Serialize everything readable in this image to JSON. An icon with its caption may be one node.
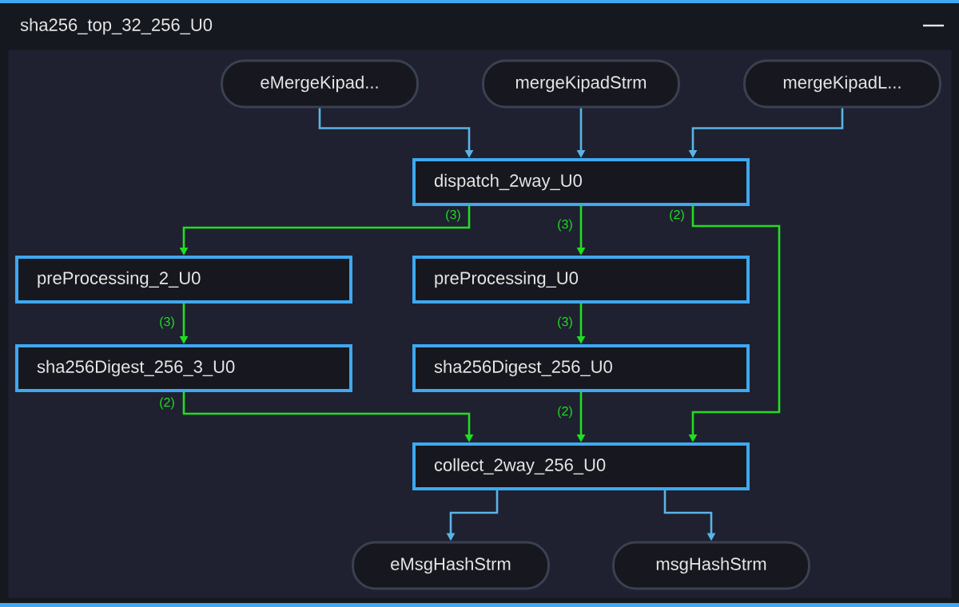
{
  "diagram": {
    "nodes": [
      {
        "text": [
          "sha256_top_32_256_U0"
        ]
      },
      {
        "text": [
          "eMergeKipad..."
        ],
        "in": 0
      },
      {
        "text": [
          "mergeKipadStrm"
        ],
        "in": 0
      },
      {
        "text": [
          "mergeKipadL..."
        ],
        "in": 0
      },
      {
        "text": [
          "dispatch_2way_U0"
        ],
        "in": 0
      },
      {
        "text": [
          "preProcessing_2_U0"
        ],
        "in": 0
      },
      {
        "text": [
          "preProcessing_U0"
        ],
        "in": 0
      },
      {
        "text": [
          "sha256Digest_256_3_U0"
        ],
        "in": 0
      },
      {
        "text": [
          "sha256Digest_256_U0"
        ],
        "in": 0
      },
      {
        "text": [
          "collect_2way_256_U0"
        ],
        "in": 0
      },
      {
        "text": [
          "eMsgHashStrm"
        ],
        "in": 0
      },
      {
        "text": [
          "msgHashStrm"
        ],
        "in": 0
      }
    ],
    "edges": [
      {
        "from": 1,
        "to": 4,
        "arrow": "to",
        "color": "#5ab4e6"
      },
      {
        "from": 2,
        "to": 4,
        "arrow": "to",
        "color": "#5ab4e6"
      },
      {
        "from": 3,
        "to": 4,
        "arrow": "to",
        "color": "#5ab4e6"
      },
      {
        "from": 4,
        "to": 5,
        "arrow": "to",
        "label": "(3)"
      },
      {
        "from": 4,
        "to": 6,
        "arrow": "to",
        "label": "(3)"
      },
      {
        "from": 4,
        "to": 9,
        "arrow": "to",
        "label": "(2)"
      },
      {
        "from": 5,
        "to": 7,
        "arrow": "to",
        "label": "(3)"
      },
      {
        "from": 6,
        "to": 8,
        "arrow": "to",
        "label": "(3)"
      },
      {
        "from": 7,
        "to": 9,
        "arrow": "to",
        "label": "(2)"
      },
      {
        "from": 8,
        "to": 9,
        "arrow": "to",
        "label": "(2)"
      },
      {
        "from": 9,
        "to": 10,
        "arrow": "to",
        "color": "#5ab4e6"
      },
      {
        "from": 9,
        "to": 11,
        "arrow": "to",
        "color": "#5ab4e6"
      }
    ]
  }
}
